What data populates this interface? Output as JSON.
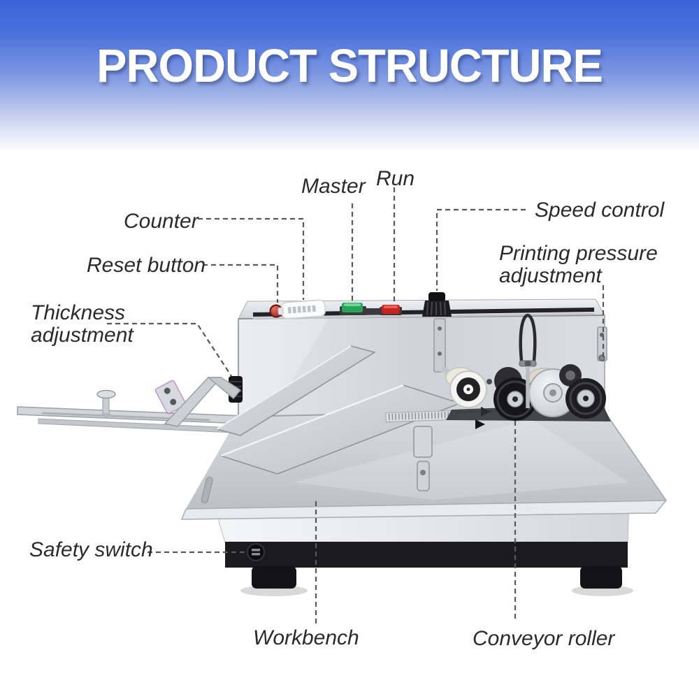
{
  "title": "PRODUCT STRUCTURE",
  "labels": {
    "master": "Master",
    "run": "Run",
    "counter": "Counter",
    "reset_button": "Reset button",
    "speed_control": "Speed control",
    "printing_pressure": "Printing pressure adjustment",
    "thickness": "Thickness adjustment",
    "safety_switch": "Safety switch",
    "workbench": "Workbench",
    "conveyor_roller": "Conveyor roller"
  },
  "colors": {
    "header_top": "#3a63d8",
    "header_bottom": "#ffffff",
    "title_text": "#ffffff",
    "label_text": "#2b2b2d",
    "leader_line": "#585858",
    "master_button_green": "#28a45c",
    "run_button_red": "#c8231c",
    "reset_indicator_red": "#b5342c",
    "machine_steel": "#d3d6da",
    "machine_base_black": "#1b1b1d"
  }
}
